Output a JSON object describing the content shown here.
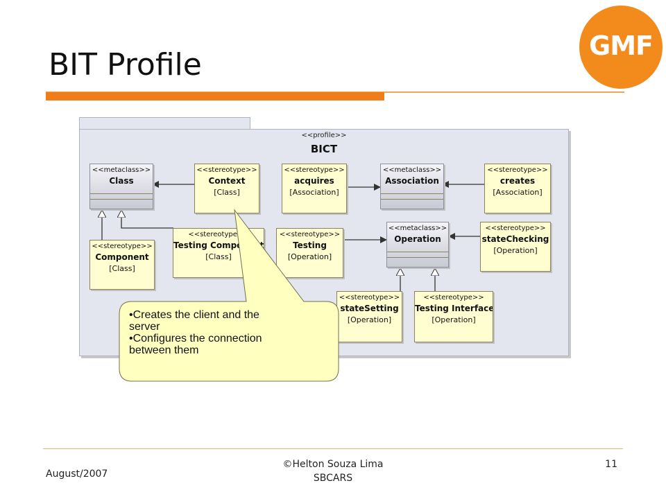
{
  "slide": {
    "title": "BIT Profile",
    "logo_text": "GMF"
  },
  "package": {
    "stereotype": "<<profile>>",
    "name": "BICT"
  },
  "elements": {
    "class": {
      "stereotype": "<<metaclass>>",
      "name": "Class"
    },
    "context": {
      "stereotype": "<<stereotype>>",
      "name": "Context",
      "tag": "[Class]"
    },
    "acquires": {
      "stereotype": "<<stereotype>>",
      "name": "acquires",
      "tag": "[Association]"
    },
    "association": {
      "stereotype": "<<metaclass>>",
      "name": "Association"
    },
    "creates": {
      "stereotype": "<<stereotype>>",
      "name": "creates",
      "tag": "[Association]"
    },
    "component": {
      "stereotype": "<<stereotype>>",
      "name": "Component",
      "tag": "[Class]"
    },
    "testing_component": {
      "stereotype": "<<stereotype>>",
      "name": "Testing Component",
      "tag": "[Class]"
    },
    "testing": {
      "stereotype": "<<stereotype>>",
      "name": "Testing",
      "tag": "[Operation]"
    },
    "operation": {
      "stereotype": "<<metaclass>>",
      "name": "Operation"
    },
    "state_checking": {
      "stereotype": "<<stereotype>>",
      "name": "stateChecking",
      "tag": "[Operation]"
    },
    "state_setting": {
      "stereotype": "<<stereotype>>",
      "name": "stateSetting",
      "tag": "[Operation]"
    },
    "testing_interface": {
      "stereotype": "<<stereotype>>",
      "name": "Testing Interface",
      "tag": "[Operation]"
    }
  },
  "callout": {
    "items": [
      [
        "•Creates the client and the",
        "server"
      ],
      [
        "•Configures the connection",
        "between them"
      ]
    ]
  },
  "footer": {
    "date": "August/2007",
    "author": "©Helton Souza Lima",
    "event": "SBCARS",
    "page": "11"
  },
  "colors": {
    "accent": "#ef7d1a",
    "stereotype_fill": "#fffed0",
    "callout_fill": "#ffffc0"
  }
}
